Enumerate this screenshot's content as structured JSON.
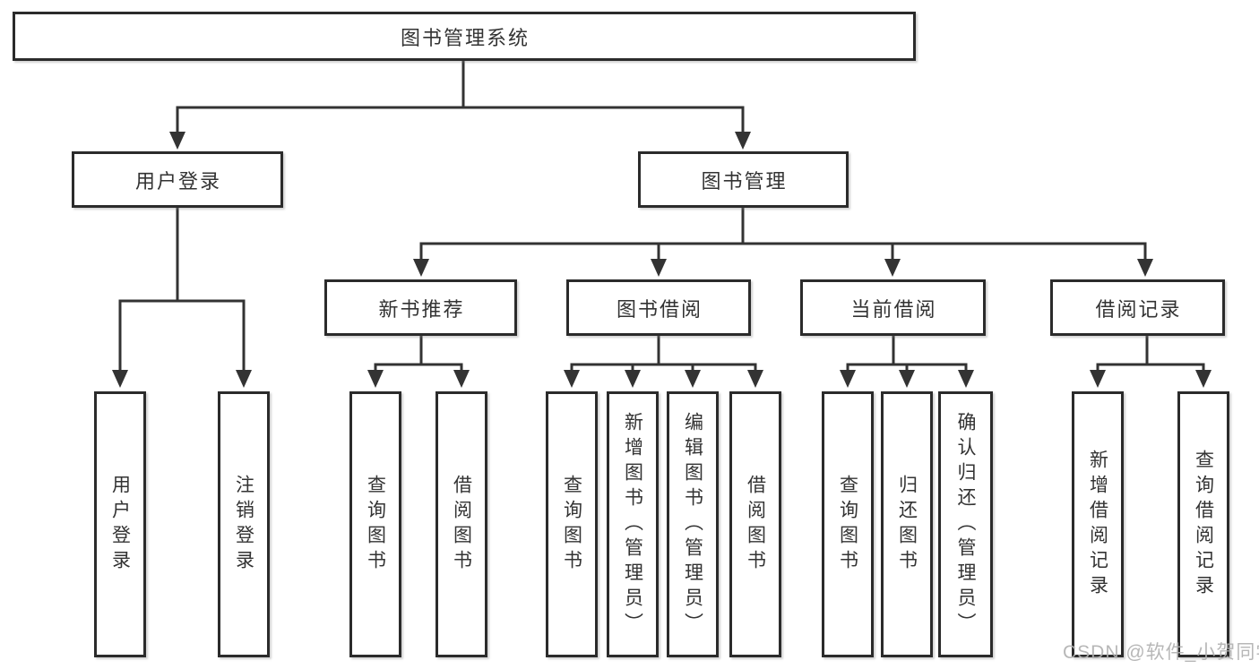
{
  "diagram": {
    "title": "图书管理系统",
    "watermark": "CSDN @软件_小贺同学",
    "colors": {
      "line": "#333333",
      "box_border": "#2b2b2b",
      "text": "#333333",
      "watermark": "#b0b0b0",
      "background": "#ffffff"
    },
    "tree": {
      "root": {
        "label": "图书管理系统"
      },
      "level2": [
        {
          "label": "用户登录"
        },
        {
          "label": "图书管理"
        }
      ],
      "level3": [
        {
          "label": "新书推荐"
        },
        {
          "label": "图书借阅"
        },
        {
          "label": "当前借阅"
        },
        {
          "label": "借阅记录"
        }
      ],
      "leaves": {
        "user_login": [
          "用户登录",
          "注销登录"
        ],
        "new_book_rec": [
          "查询图书",
          "借阅图书"
        ],
        "book_borrow": [
          "查询图书",
          "新增图书（管理员）",
          "编辑图书（管理员）",
          "借阅图书"
        ],
        "current_borrow": [
          "查询图书",
          "归还图书",
          "确认归还（管理员）"
        ],
        "borrow_records": [
          "新增借阅记录",
          "查询借阅记录"
        ]
      }
    }
  }
}
